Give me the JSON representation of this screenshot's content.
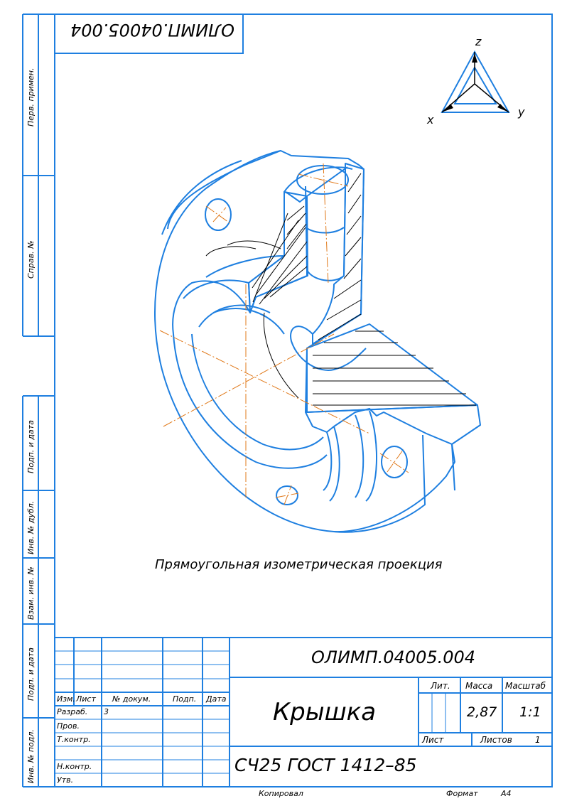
{
  "drawing": {
    "designation": "ОЛИМП.04005.004",
    "designation_rotated": "ОЛИМП.04005.004",
    "view_caption": "Прямоугольная изометрическая проекция",
    "part_name": "Крышка",
    "material": "СЧ25  ГОСТ 1412–85",
    "axes": {
      "z": "z",
      "x": "x",
      "y": "y"
    }
  },
  "side_stamps": {
    "perv_primen": "Перв. примен.",
    "sprav_no": "Справ. №",
    "podp_data_1": "Подп. и дата",
    "inv_dubl": "Инв. № дубл.",
    "vzam_inv": "Взам. инв. №",
    "podp_data_2": "Подп. и дата",
    "inv_podl": "Инв. № подл."
  },
  "title_block": {
    "headers": {
      "izm": "Изм.",
      "list": "Лист",
      "dokum": "№ докум.",
      "podp": "Подп.",
      "data": "Дата"
    },
    "roles": {
      "razrab": "Разраб.",
      "prov": "Пров.",
      "tkontr": "Т.контр.",
      "nkontr": "Н.контр.",
      "utv": "Утв."
    },
    "razrab_value": "3",
    "lit_label": "Лит.",
    "massa_label": "Масса",
    "masshtab_label": "Масштаб",
    "massa_value": "2,87",
    "masshtab_value": "1:1",
    "list_label": "Лист",
    "listov_label": "Листов",
    "listov_value": "1"
  },
  "footer": {
    "kopiroval": "Копировал",
    "format_label": "Формат",
    "format_value": "А4"
  },
  "colors": {
    "frame": "#1e7fe0",
    "centerline": "#e07818",
    "hatch": "#000000"
  }
}
